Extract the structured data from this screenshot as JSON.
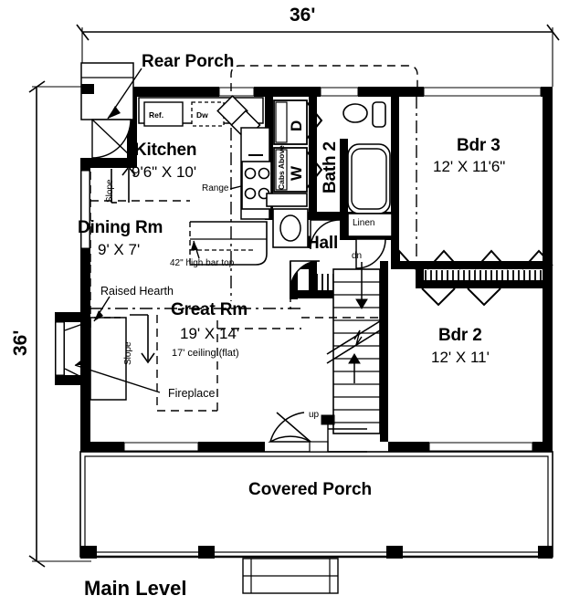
{
  "plan": {
    "title": "Main Level",
    "overall_width_dim": "36'",
    "overall_depth_dim": "36'"
  },
  "rooms": [
    {
      "name": "Kitchen",
      "dimensions": "9'6\" X 10'"
    },
    {
      "name": "Dining Rm",
      "dimensions": "9' X 7'"
    },
    {
      "name": "Great Rm",
      "dimensions": "19' X 14'",
      "note": "17' ceiling (flat)"
    },
    {
      "name": "Bath 2",
      "dimensions": ""
    },
    {
      "name": "Hall",
      "dimensions": ""
    },
    {
      "name": "Bdr 3",
      "dimensions": "12' X 11'6\""
    },
    {
      "name": "Bdr 2",
      "dimensions": "12' X 11'"
    }
  ],
  "porches": [
    {
      "name": "Rear Porch"
    },
    {
      "name": "Covered Porch"
    }
  ],
  "fixtures": {
    "refrigerator": "Ref.",
    "dishwasher": "Dw",
    "range": "Range",
    "washer": "W",
    "dryer": "D",
    "cabs_above": "Cabs Above",
    "linen": "Linen"
  },
  "annotations": {
    "raised_hearth": "Raised Hearth",
    "fireplace": "Fireplace",
    "bar_top": "42\" high bar top",
    "slope_kitchen": "Slope",
    "slope_great_rm": "Slope",
    "stairs_down": "dn",
    "stairs_up": "up",
    "ceiling_note": "17' ceiling (flat)"
  },
  "colors": {
    "ink": "#000000",
    "paper": "#ffffff"
  }
}
